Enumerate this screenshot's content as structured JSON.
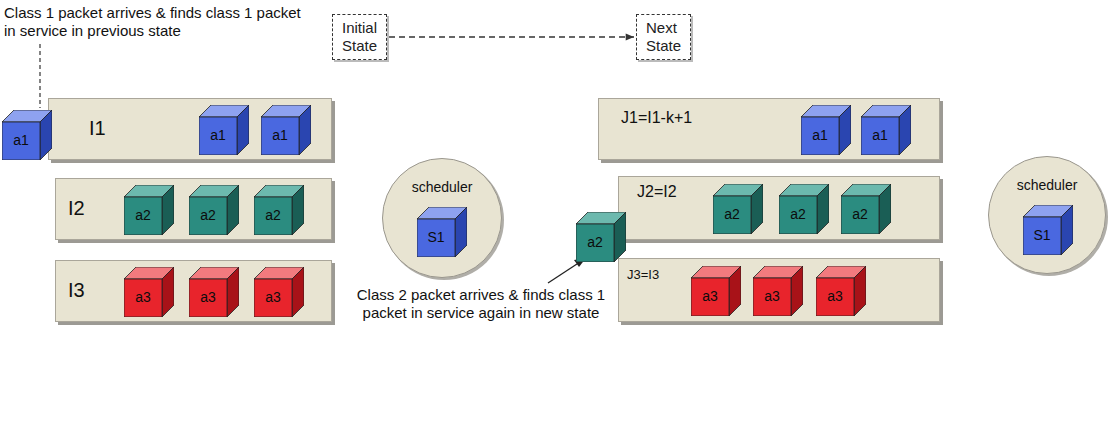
{
  "diagram": {
    "nodes": [
      {
        "text": [
          "Initial State"
        ]
      },
      {
        "text": [
          "Next State"
        ]
      },
      {
        "text": [
          "a1"
        ]
      },
      {
        "text": [
          "I1"
        ]
      },
      {
        "text": [
          "a1"
        ],
        "in": 3
      },
      {
        "text": [
          "a1"
        ],
        "in": 3
      },
      {
        "text": [
          "I2"
        ]
      },
      {
        "text": [
          "a2"
        ],
        "in": 6
      },
      {
        "text": [
          "a2"
        ],
        "in": 6
      },
      {
        "text": [
          "a2"
        ],
        "in": 6
      },
      {
        "text": [
          "I3"
        ]
      },
      {
        "text": [
          "a3"
        ],
        "in": 10
      },
      {
        "text": [
          "a3"
        ],
        "in": 10
      },
      {
        "text": [
          "a3"
        ],
        "in": 10
      },
      {
        "text": [
          "scheduler"
        ]
      },
      {
        "text": [
          "S1"
        ],
        "in": 14
      },
      {
        "text": [
          "J1=I1-k+1"
        ]
      },
      {
        "text": [
          "a1"
        ],
        "in": 16
      },
      {
        "text": [
          "a1"
        ],
        "in": 16
      },
      {
        "text": [
          "J2=I2"
        ]
      },
      {
        "text": [
          "a2"
        ],
        "in": 19
      },
      {
        "text": [
          "a2"
        ],
        "in": 19
      },
      {
        "text": [
          "a2"
        ],
        "in": 19
      },
      {
        "text": [
          "a2"
        ]
      },
      {
        "text": [
          "J3=I3"
        ]
      },
      {
        "text": [
          "a3"
        ],
        "in": 24
      },
      {
        "text": [
          "a3"
        ],
        "in": 24
      },
      {
        "text": [
          "a3"
        ],
        "in": 24
      },
      {
        "text": [
          "scheduler"
        ]
      },
      {
        "text": [
          "S1"
        ],
        "in": 28
      }
    ],
    "edges": [
      {
        "from": 0,
        "to": 1,
        "arrow": "to"
      }
    ],
    "labels": [
      "Class 1 packet arrives & finds class 1 packet in service in previous state",
      "Class 2 packet arrives & finds class 1 packet in service again in new state"
    ]
  }
}
